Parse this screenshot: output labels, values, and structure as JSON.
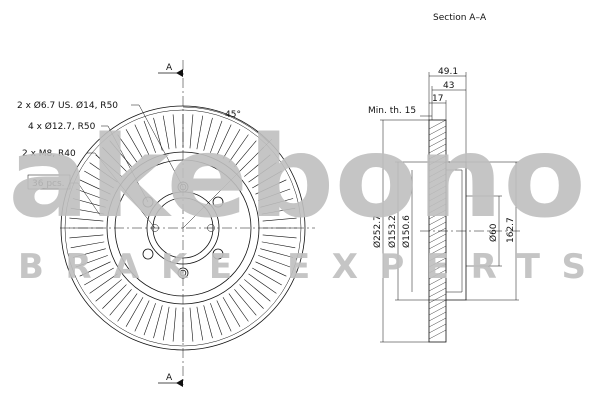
{
  "brand": {
    "logo_text": "akebono",
    "tagline": "BRAKE EXPERTS",
    "watermark_color": "#bfbfbf"
  },
  "section_label": "Section A–A",
  "section_marker": "A",
  "front_view": {
    "angle_label": "45°",
    "callouts": [
      {
        "id": "holes-6-7",
        "text": "2 x Ø6.7 US. Ø14, R50"
      },
      {
        "id": "holes-12-7",
        "text": "4 x Ø12.7, R50"
      },
      {
        "id": "threads-m8",
        "text": "2 x M8, R40"
      },
      {
        "id": "vanes",
        "text": "36 pcs."
      }
    ]
  },
  "section_view": {
    "min_thickness_label": "Min. th. 15",
    "dims": {
      "width_total": "49.1",
      "width_43": "43",
      "width_17": "17",
      "dia_252": "Ø252.7",
      "dia_153": "Ø153.2",
      "dia_150": "Ø150.6",
      "dia_60": "Ø60",
      "dia_162": "162.7"
    }
  },
  "colors": {
    "line": "#111111",
    "background": "#ffffff"
  }
}
